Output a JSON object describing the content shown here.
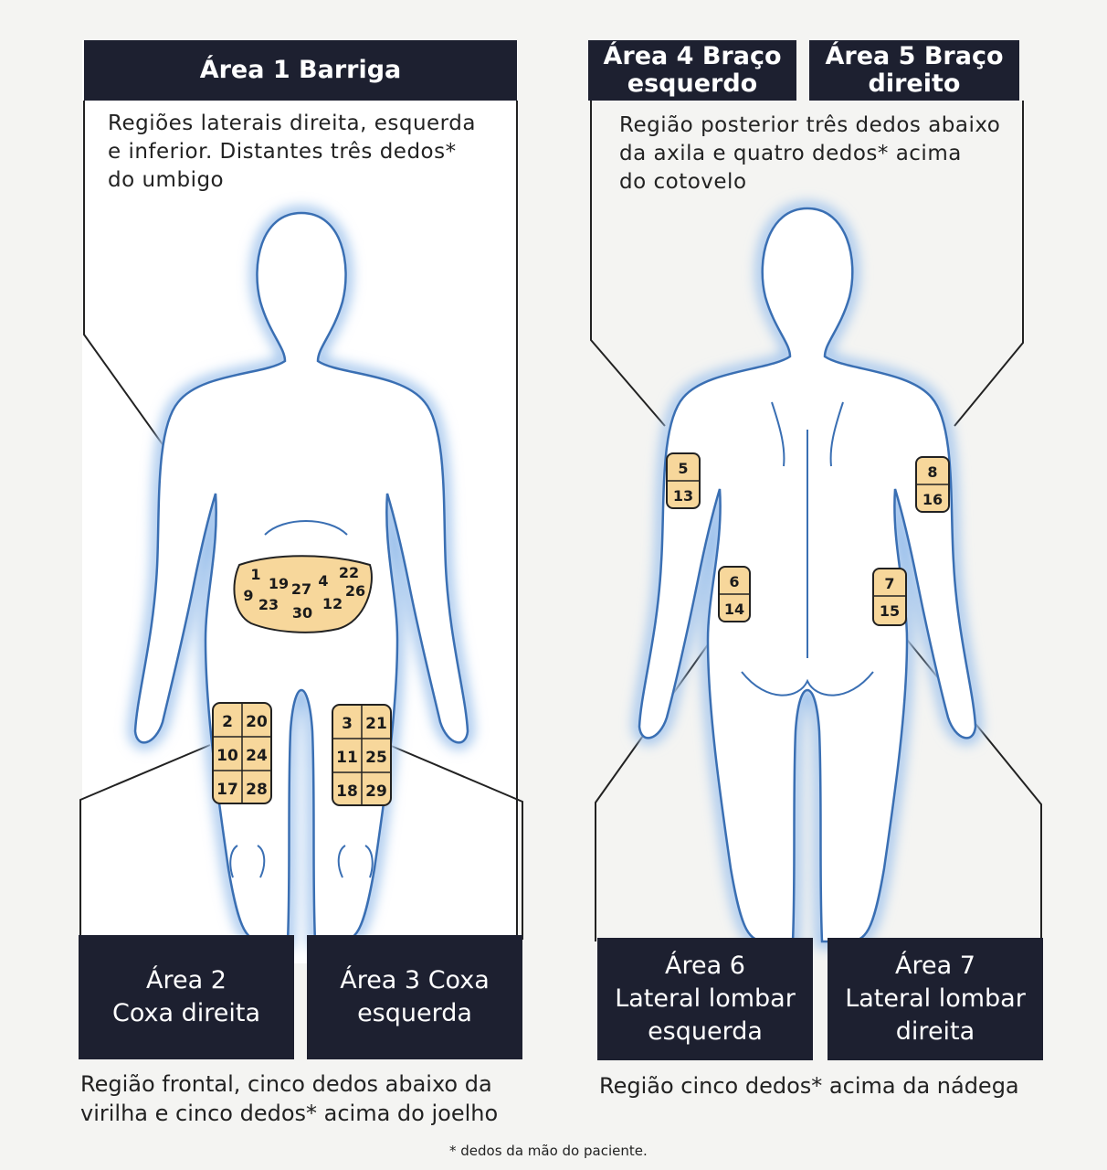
{
  "colors": {
    "header_bg": "#1d2030",
    "site_fill": "#f7d79b",
    "body_glow": "#9fc3ec"
  },
  "area1": {
    "title": "Área 1 Barriga",
    "description": [
      "Regiões laterais direita, esquerda",
      "e inferior. Distantes três dedos*",
      "do umbigo"
    ]
  },
  "area4": {
    "title_line1": "Área 4 Braço",
    "title_line2": "esquerdo"
  },
  "area5": {
    "title_line1": "Área 5 Braço",
    "title_line2": "direito"
  },
  "arms_description": [
    "Região posterior três dedos abaixo",
    "da axila e quatro dedos* acima",
    "do cotovelo"
  ],
  "area2": {
    "line1": "Área 2",
    "line2": "Coxa direita"
  },
  "area3": {
    "line1": "Área 3 Coxa",
    "line2": "esquerda"
  },
  "area6": {
    "line1": "Área 6",
    "line2": "Lateral lombar",
    "line3": "esquerda"
  },
  "area7": {
    "line1": "Área 7",
    "line2": "Lateral lombar",
    "line3": "direita"
  },
  "thigh_description": [
    "Região frontal, cinco dedos abaixo da",
    "virilha e cinco dedos* acima do joelho"
  ],
  "lumbar_description": "Região cinco dedos* acima da nádega",
  "footnote": "* dedos da mão do paciente.",
  "sites": {
    "belly": [
      "1",
      "19",
      "27",
      "4",
      "22",
      "9",
      "23",
      "30",
      "12",
      "26"
    ],
    "thigh_right": [
      "2",
      "20",
      "10",
      "24",
      "17",
      "28"
    ],
    "thigh_left": [
      "3",
      "21",
      "11",
      "25",
      "18",
      "29"
    ],
    "arm_left": [
      "5",
      "13"
    ],
    "arm_right": [
      "8",
      "16"
    ],
    "lumbar_left": [
      "6",
      "14"
    ],
    "lumbar_right": [
      "7",
      "15"
    ]
  }
}
